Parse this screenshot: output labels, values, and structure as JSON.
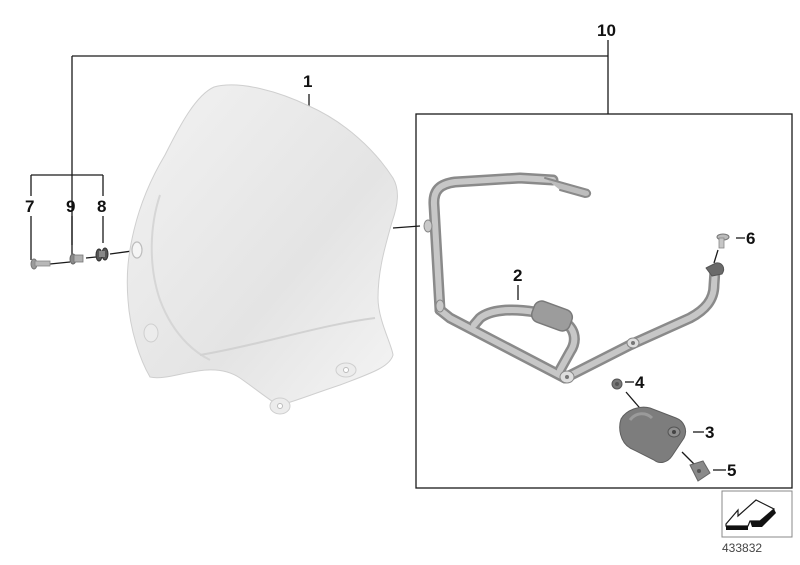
{
  "diagram": {
    "type": "exploded-parts-diagram",
    "reference_number": "433832",
    "colors": {
      "line": "#1a1a1a",
      "windshield_fill": "#e6e6e6",
      "bracket_fill": "#b4b4b4",
      "clamp_fill": "#7d7d7d",
      "background": "#ffffff"
    },
    "callouts": [
      {
        "id": "1",
        "label": "1",
        "part": "windshield"
      },
      {
        "id": "2",
        "label": "2",
        "part": "mounting-bracket"
      },
      {
        "id": "3",
        "label": "3",
        "part": "clamp"
      },
      {
        "id": "4",
        "label": "4",
        "part": "screw"
      },
      {
        "id": "5",
        "label": "5",
        "part": "nut"
      },
      {
        "id": "6",
        "label": "6",
        "part": "screw"
      },
      {
        "id": "7",
        "label": "7",
        "part": "screw"
      },
      {
        "id": "8",
        "label": "8",
        "part": "rubber-grommet"
      },
      {
        "id": "9",
        "label": "9",
        "part": "spacer-sleeve"
      },
      {
        "id": "10",
        "label": "10",
        "part": "assembly-kit"
      }
    ],
    "navigation_icon": "back-arrow-icon"
  }
}
